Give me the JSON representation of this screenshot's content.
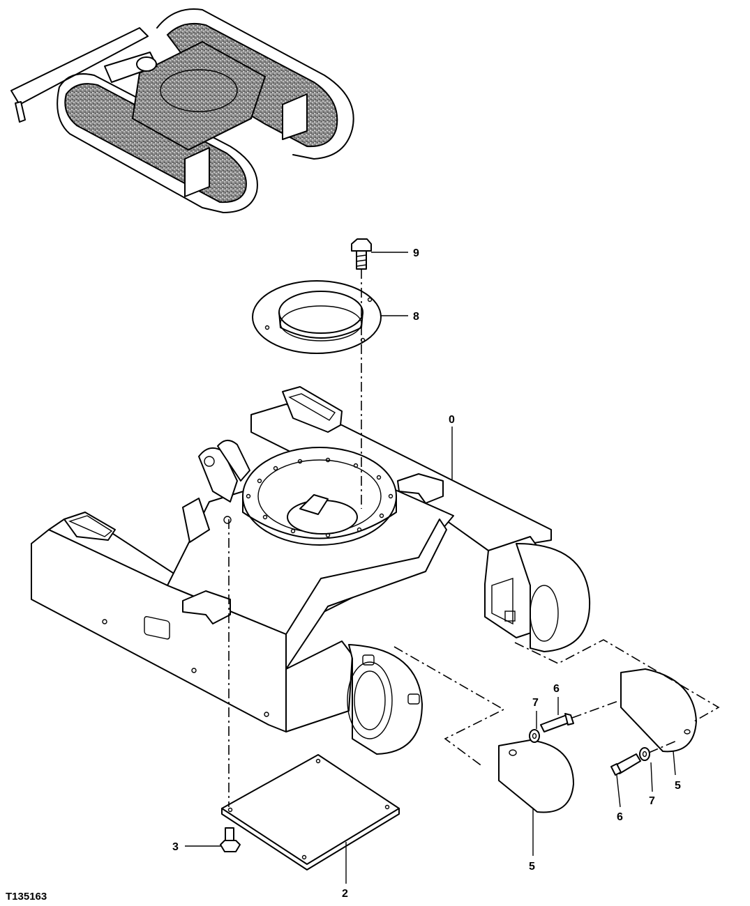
{
  "figure": {
    "id": "T135163",
    "callouts": [
      {
        "key": "c9",
        "label": "9"
      },
      {
        "key": "c8",
        "label": "8"
      },
      {
        "key": "c0",
        "label": "0"
      },
      {
        "key": "c6a",
        "label": "6"
      },
      {
        "key": "c7a",
        "label": "7"
      },
      {
        "key": "c5a",
        "label": "5"
      },
      {
        "key": "c7b",
        "label": "7"
      },
      {
        "key": "c6b",
        "label": "6"
      },
      {
        "key": "c5b",
        "label": "5"
      },
      {
        "key": "c3",
        "label": "3"
      },
      {
        "key": "c2",
        "label": "2"
      }
    ]
  }
}
